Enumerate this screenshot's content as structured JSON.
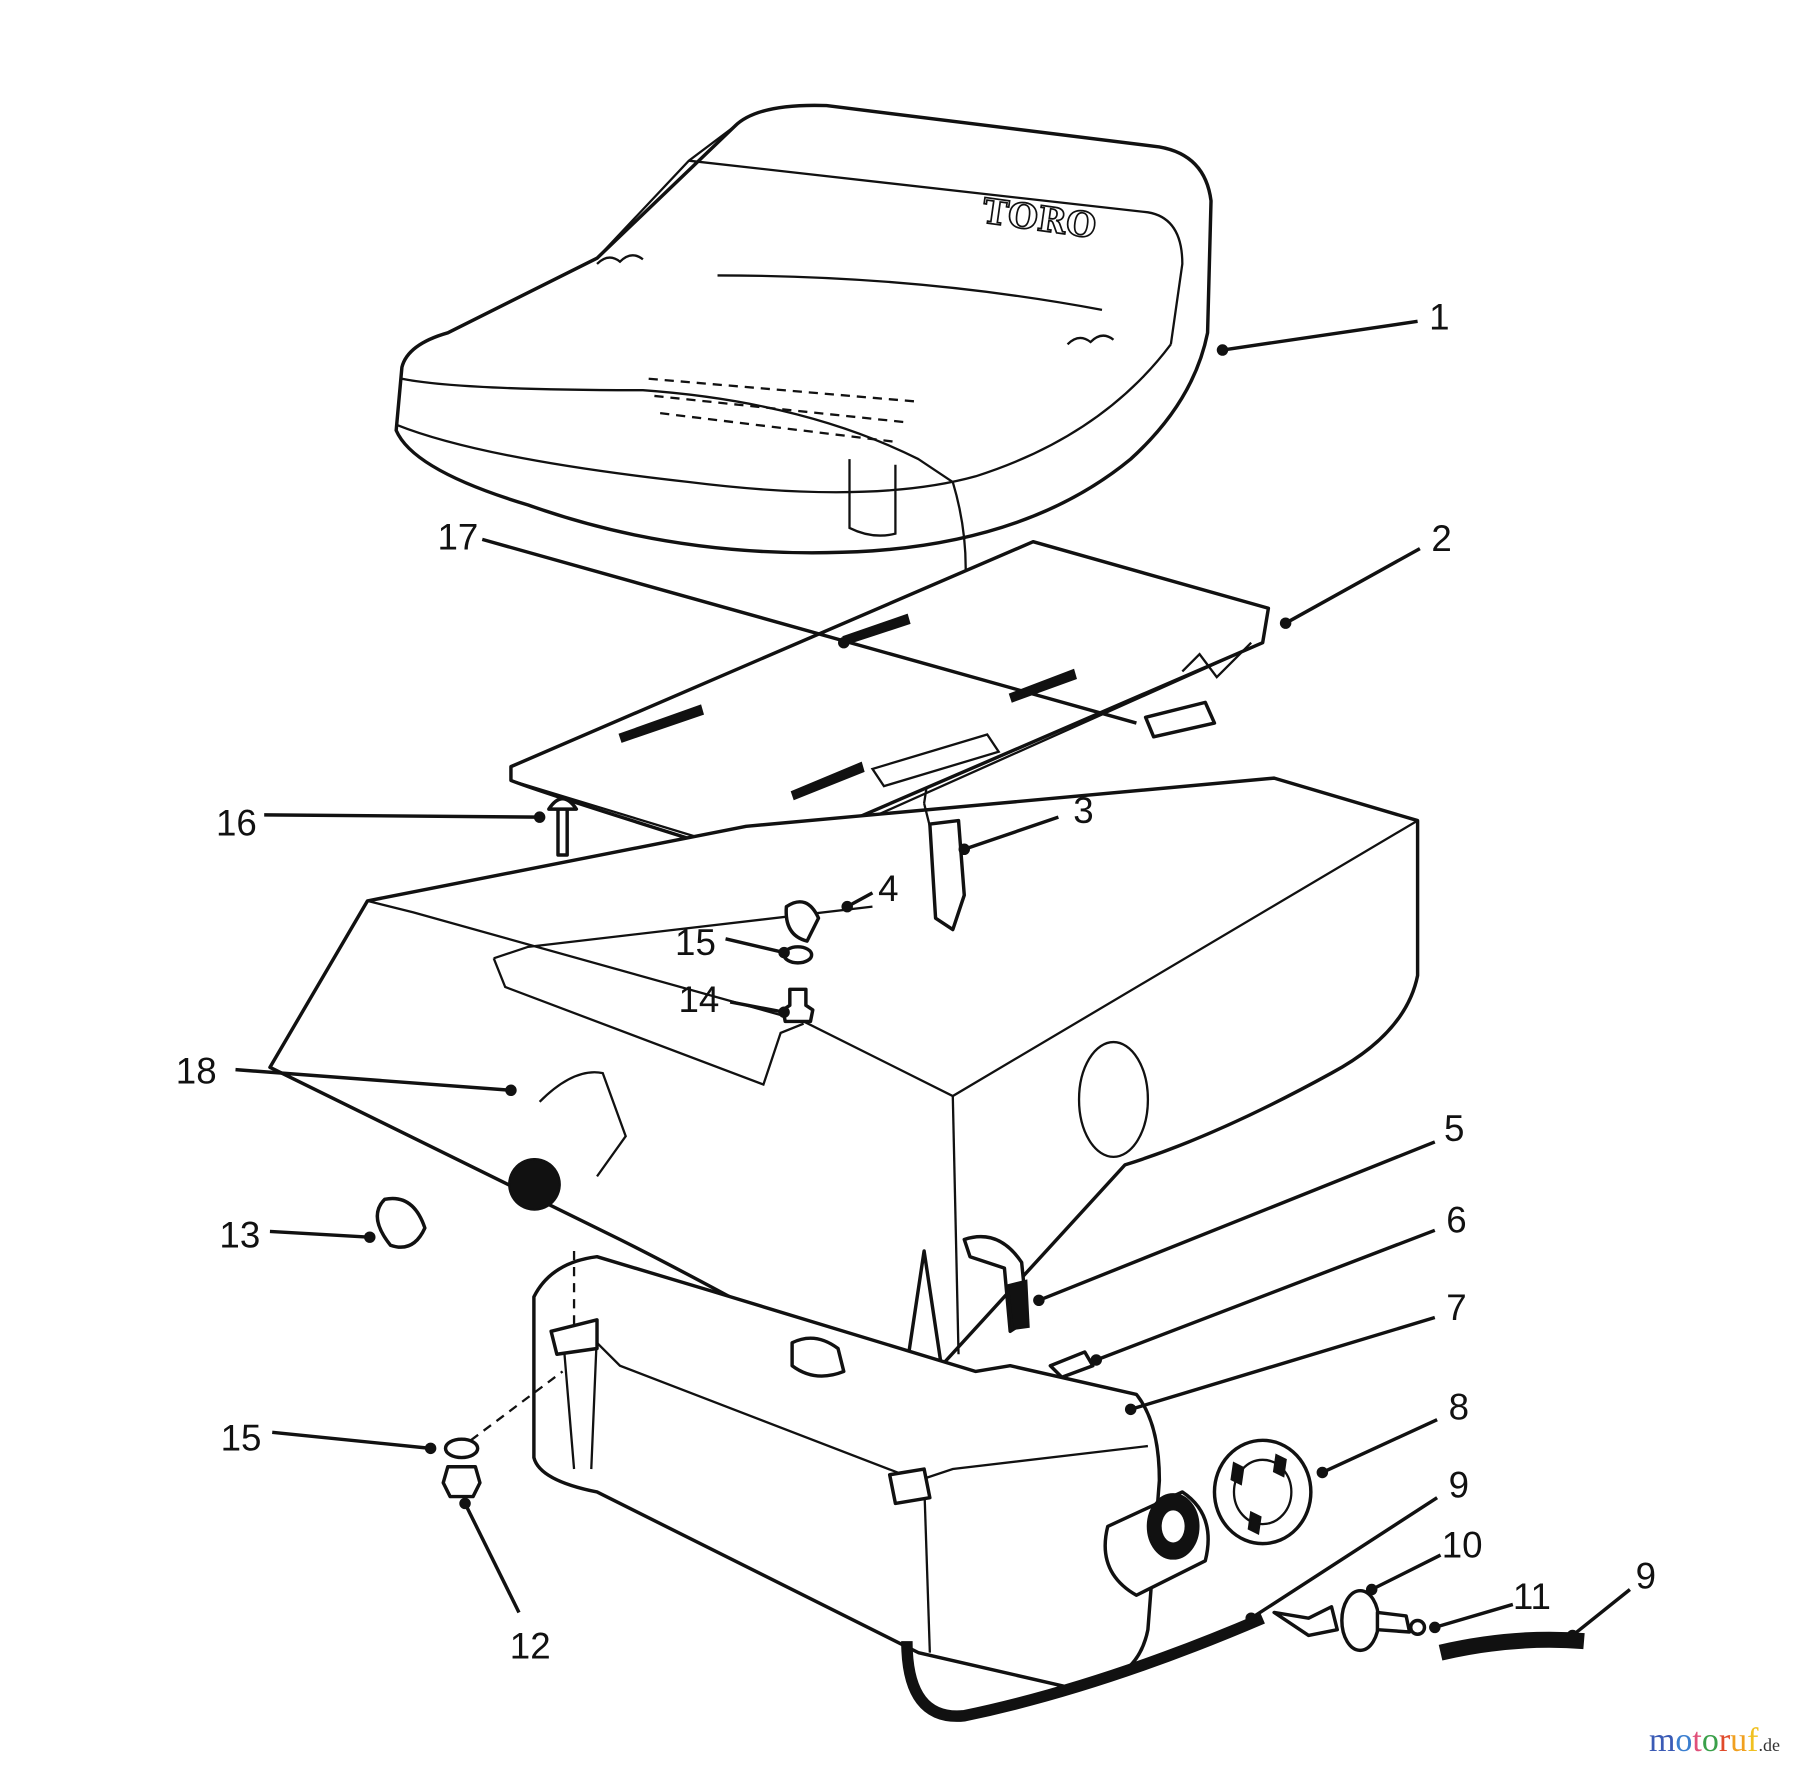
{
  "diagram": {
    "seat_logo": "TORO",
    "callouts": [
      {
        "id": "c1",
        "label": "1"
      },
      {
        "id": "c2",
        "label": "2"
      },
      {
        "id": "c3",
        "label": "3"
      },
      {
        "id": "c4",
        "label": "4"
      },
      {
        "id": "c5",
        "label": "5"
      },
      {
        "id": "c6",
        "label": "6"
      },
      {
        "id": "c7",
        "label": "7"
      },
      {
        "id": "c8",
        "label": "8"
      },
      {
        "id": "c9a",
        "label": "9"
      },
      {
        "id": "c10",
        "label": "10"
      },
      {
        "id": "c11",
        "label": "11"
      },
      {
        "id": "c9b",
        "label": "9"
      },
      {
        "id": "c12",
        "label": "12"
      },
      {
        "id": "c13",
        "label": "13"
      },
      {
        "id": "c14",
        "label": "14"
      },
      {
        "id": "c15a",
        "label": "15"
      },
      {
        "id": "c15b",
        "label": "15"
      },
      {
        "id": "c16",
        "label": "16"
      },
      {
        "id": "c17",
        "label": "17"
      },
      {
        "id": "c18",
        "label": "18"
      }
    ]
  },
  "watermark": {
    "letters": [
      {
        "t": "m",
        "color": "#3b5bb5"
      },
      {
        "t": "o",
        "color": "#3b7fd0"
      },
      {
        "t": "t",
        "color": "#e0507a"
      },
      {
        "t": "o",
        "color": "#3aa04a"
      },
      {
        "t": "r",
        "color": "#e04a2a"
      },
      {
        "t": "u",
        "color": "#f0a020"
      },
      {
        "t": "f",
        "color": "#f0c020"
      }
    ],
    "suffix": ".de"
  }
}
